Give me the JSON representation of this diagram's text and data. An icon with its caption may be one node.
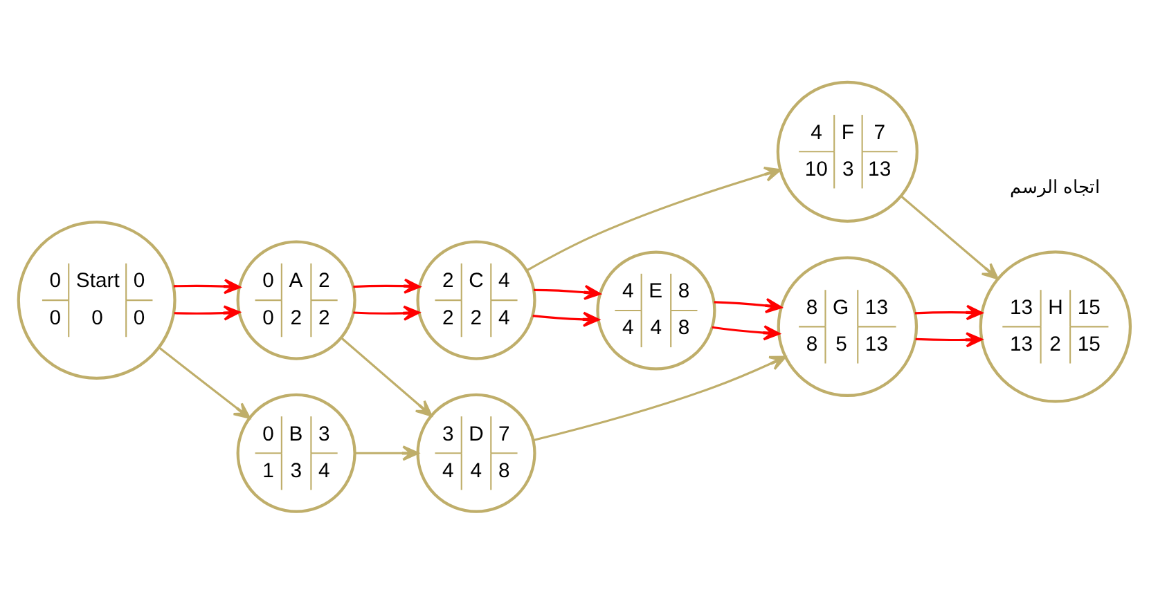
{
  "diagram": {
    "nodes": [
      {
        "text": [
          "0",
          "Start",
          "0",
          "0",
          "0",
          "0"
        ]
      },
      {
        "text": [
          "0",
          "A",
          "2",
          "0",
          "2",
          "2"
        ]
      },
      {
        "text": [
          "0",
          "B",
          "3",
          "1",
          "3",
          "4"
        ]
      },
      {
        "text": [
          "2",
          "C",
          "4",
          "2",
          "2",
          "4"
        ]
      },
      {
        "text": [
          "3",
          "D",
          "7",
          "4",
          "4",
          "8"
        ]
      },
      {
        "text": [
          "4",
          "E",
          "8",
          "4",
          "4",
          "8"
        ]
      },
      {
        "text": [
          "4",
          "F",
          "7",
          "10",
          "3",
          "13"
        ]
      },
      {
        "text": [
          "8",
          "G",
          "13",
          "8",
          "5",
          "13"
        ]
      },
      {
        "text": [
          "13",
          "H",
          "15",
          "13",
          "2",
          "15"
        ]
      }
    ],
    "edges": [
      {
        "from": 0,
        "to": 1,
        "arrow": "to"
      },
      {
        "from": 0,
        "to": 1,
        "arrow": "to"
      },
      {
        "from": 0,
        "to": 2,
        "arrow": "to",
        "color": "#bfae6a"
      },
      {
        "from": 1,
        "to": 3,
        "arrow": "to"
      },
      {
        "from": 1,
        "to": 3,
        "arrow": "to"
      },
      {
        "from": 1,
        "to": 4,
        "arrow": "to",
        "color": "#bfae6a"
      },
      {
        "from": 2,
        "to": 4,
        "arrow": "to",
        "color": "#bfae6a"
      },
      {
        "from": 3,
        "to": 6,
        "arrow": "to",
        "color": "#bfae6a"
      },
      {
        "from": 3,
        "to": 5,
        "arrow": "to"
      },
      {
        "from": 3,
        "to": 5,
        "arrow": "to"
      },
      {
        "from": 5,
        "to": 7,
        "arrow": "to"
      },
      {
        "from": 5,
        "to": 7,
        "arrow": "to"
      },
      {
        "from": 4,
        "to": 7,
        "arrow": "to",
        "color": "#bfae6a"
      },
      {
        "from": 6,
        "to": 8,
        "arrow": "to",
        "color": "#bfae6a"
      },
      {
        "from": 7,
        "to": 8,
        "arrow": "to"
      },
      {
        "from": 7,
        "to": 8,
        "arrow": "to"
      }
    ],
    "labels": [
      "اتجاه الرسم"
    ]
  }
}
